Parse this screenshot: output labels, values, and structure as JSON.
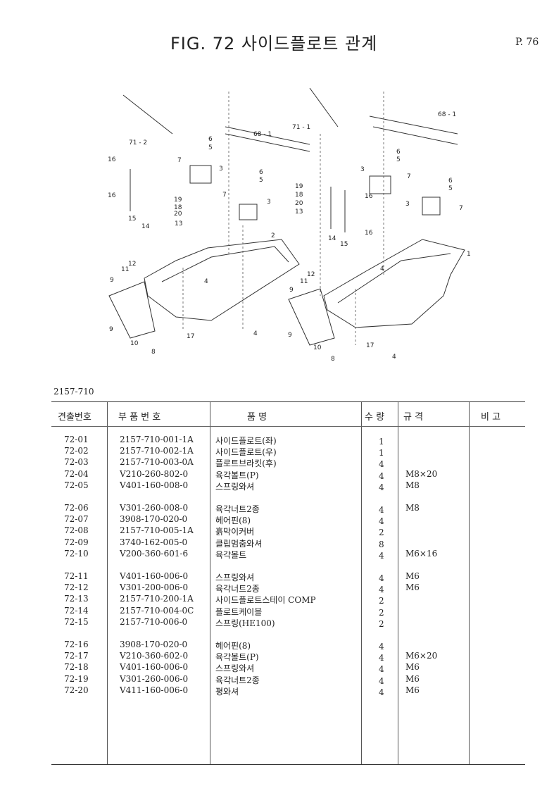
{
  "header": {
    "title": "FIG. 72  사이드플로트 관계",
    "page": "P. 76"
  },
  "diagram": {
    "callouts": [
      "71 - 2",
      "68 - 1",
      "6",
      "5",
      "7",
      "3",
      "16",
      "16",
      "15",
      "14",
      "13",
      "19",
      "18",
      "20",
      "6",
      "5",
      "7",
      "3",
      "2",
      "4",
      "12",
      "11",
      "9",
      "9",
      "10",
      "8",
      "17",
      "4",
      "71 - 1",
      "68 - 1",
      "6",
      "5",
      "3",
      "7",
      "6",
      "5",
      "3",
      "7",
      "19",
      "18",
      "20",
      "13",
      "16",
      "14",
      "15",
      "16",
      "1",
      "12",
      "11",
      "9",
      "4",
      "9",
      "10",
      "8",
      "17",
      "4"
    ]
  },
  "catalog_code": "2157-710",
  "table": {
    "headers": [
      "견출번호",
      "부  품  번  호",
      "품               명",
      "수 량",
      "규       격",
      "비  고"
    ],
    "rows": [
      [
        "72-01",
        "2157-710-001-1A",
        "사이드플로트(좌)",
        "1",
        ""
      ],
      [
        "72-02",
        "2157-710-002-1A",
        "사이드플로트(우)",
        "1",
        ""
      ],
      [
        "72-03",
        "2157-710-003-0A",
        "플로트브라킷(후)",
        "4",
        ""
      ],
      [
        "72-04",
        "V210-260-802-0",
        "육각볼트(P)",
        "4",
        "M8×20"
      ],
      [
        "72-05",
        "V401-160-008-0",
        "스프링와셔",
        "4",
        "M8"
      ],
      [
        "72-06",
        "V301-260-008-0",
        "육각너트2종",
        "4",
        "M8"
      ],
      [
        "72-07",
        "3908-170-020-0",
        "헤어핀(8)",
        "4",
        ""
      ],
      [
        "72-08",
        "2157-710-005-1A",
        "흙막이커버",
        "2",
        ""
      ],
      [
        "72-09",
        "3740-162-005-0",
        "클립멈춤와셔",
        "8",
        ""
      ],
      [
        "72-10",
        "V200-360-601-6",
        "육각볼트",
        "4",
        "M6×16"
      ],
      [
        "72-11",
        "V401-160-006-0",
        "스프링와셔",
        "4",
        "M6"
      ],
      [
        "72-12",
        "V301-200-006-0",
        "육각너트2종",
        "4",
        "M6"
      ],
      [
        "72-13",
        "2157-710-200-1A",
        "사이드플로트스테이 COMP",
        "2",
        ""
      ],
      [
        "72-14",
        "2157-710-004-0C",
        "플로트케이블",
        "2",
        ""
      ],
      [
        "72-15",
        "2157-710-006-0",
        "스프링(HE100)",
        "2",
        ""
      ],
      [
        "72-16",
        "3908-170-020-0",
        "헤어핀(8)",
        "4",
        ""
      ],
      [
        "72-17",
        "V210-360-602-0",
        "육각볼트(P)",
        "4",
        "M6×20"
      ],
      [
        "72-18",
        "V401-160-006-0",
        "스프링와셔",
        "4",
        "M6"
      ],
      [
        "72-19",
        "V301-260-006-0",
        "육각너트2종",
        "4",
        "M6"
      ],
      [
        "72-20",
        "V411-160-006-0",
        "평와셔",
        "4",
        "M6"
      ]
    ]
  }
}
